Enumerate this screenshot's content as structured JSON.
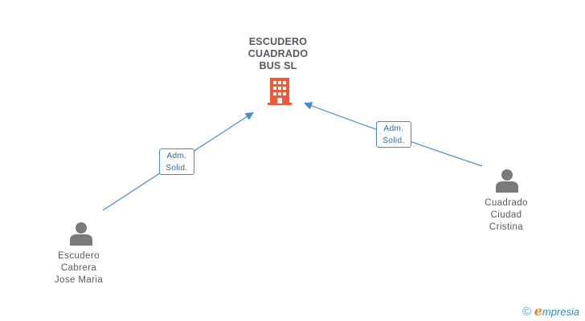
{
  "company": {
    "name_lines": [
      "ESCUDERO",
      "CUADRADO",
      "BUS SL"
    ],
    "icon": "building-icon",
    "color": "#f05a35"
  },
  "persons": [
    {
      "lines": [
        "Escudero",
        "Cabrera",
        "Jose Maria"
      ],
      "icon": "person-icon"
    },
    {
      "lines": [
        "Cuadrado",
        "Ciudad",
        "Cristina"
      ],
      "icon": "person-icon"
    }
  ],
  "relations": [
    {
      "role_lines": [
        "Adm.",
        "Solid."
      ]
    },
    {
      "role_lines": [
        "Adm.",
        "Solid."
      ]
    }
  ],
  "colors": {
    "edge": "#4a88d3",
    "text": "#555b63",
    "person_icon": "#7a7a7a"
  },
  "watermark": {
    "copyright": "©",
    "e_letter": "e",
    "brand": "mpresia"
  }
}
